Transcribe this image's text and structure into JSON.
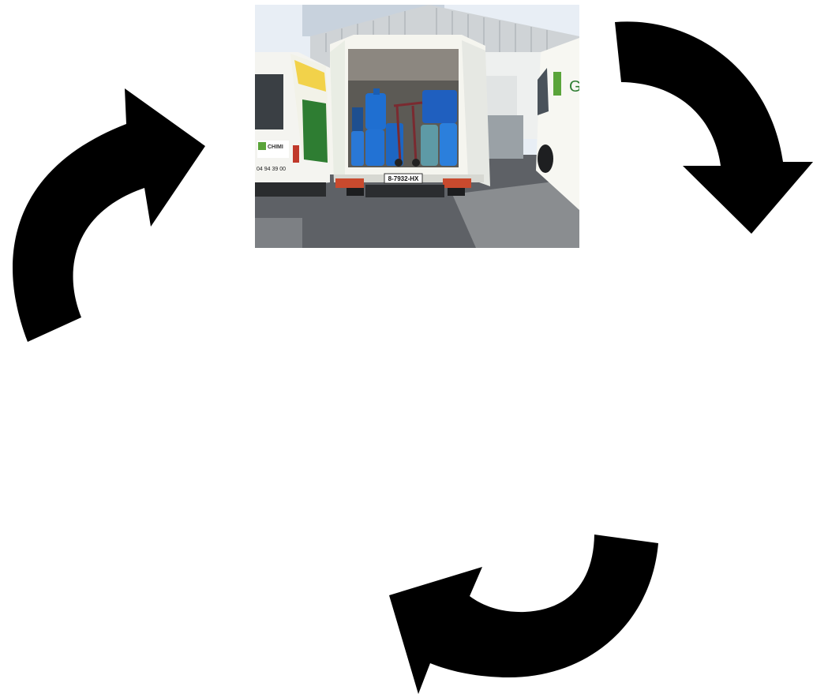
{
  "diagram": {
    "type": "cycle",
    "photo": {
      "subject": "van-rear-open-with-containers",
      "plate_text": "8-7932-HX",
      "van_side_text": "CHIMI",
      "van_side_phone": "04 94 39 00"
    },
    "arrows": [
      {
        "name": "top-right-arrow",
        "direction": "clockwise"
      },
      {
        "name": "bottom-arrow",
        "direction": "clockwise"
      },
      {
        "name": "left-arrow",
        "direction": "clockwise"
      }
    ],
    "colors": {
      "arrow": "#000000",
      "background": "#ffffff"
    }
  }
}
